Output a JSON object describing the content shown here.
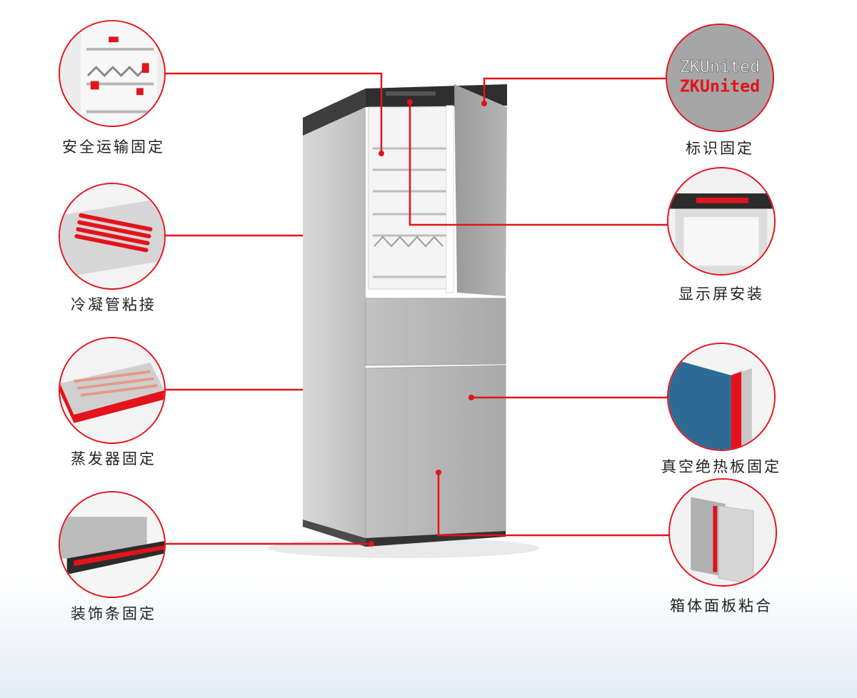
{
  "features_left": [
    {
      "label": "安全运输固定",
      "icon": "shelf-fixing-icon"
    },
    {
      "label": "冷凝管粘接",
      "icon": "condenser-pipe-icon"
    },
    {
      "label": "蒸发器固定",
      "icon": "evaporator-icon"
    },
    {
      "label": "装饰条固定",
      "icon": "trim-strip-icon"
    }
  ],
  "features_right": [
    {
      "label": "标识固定",
      "icon": "logo-badge-icon"
    },
    {
      "label": "显示屏安装",
      "icon": "display-panel-icon"
    },
    {
      "label": "真空绝热板固定",
      "icon": "vacuum-panel-icon"
    },
    {
      "label": "箱体面板粘合",
      "icon": "cabinet-panel-icon"
    }
  ],
  "logo": {
    "line1": "ZKUnited",
    "line2": "ZKUnited"
  },
  "colors": {
    "accent": "#e3131b",
    "body": "#b9b9b9",
    "dark": "#3a3a3a"
  }
}
